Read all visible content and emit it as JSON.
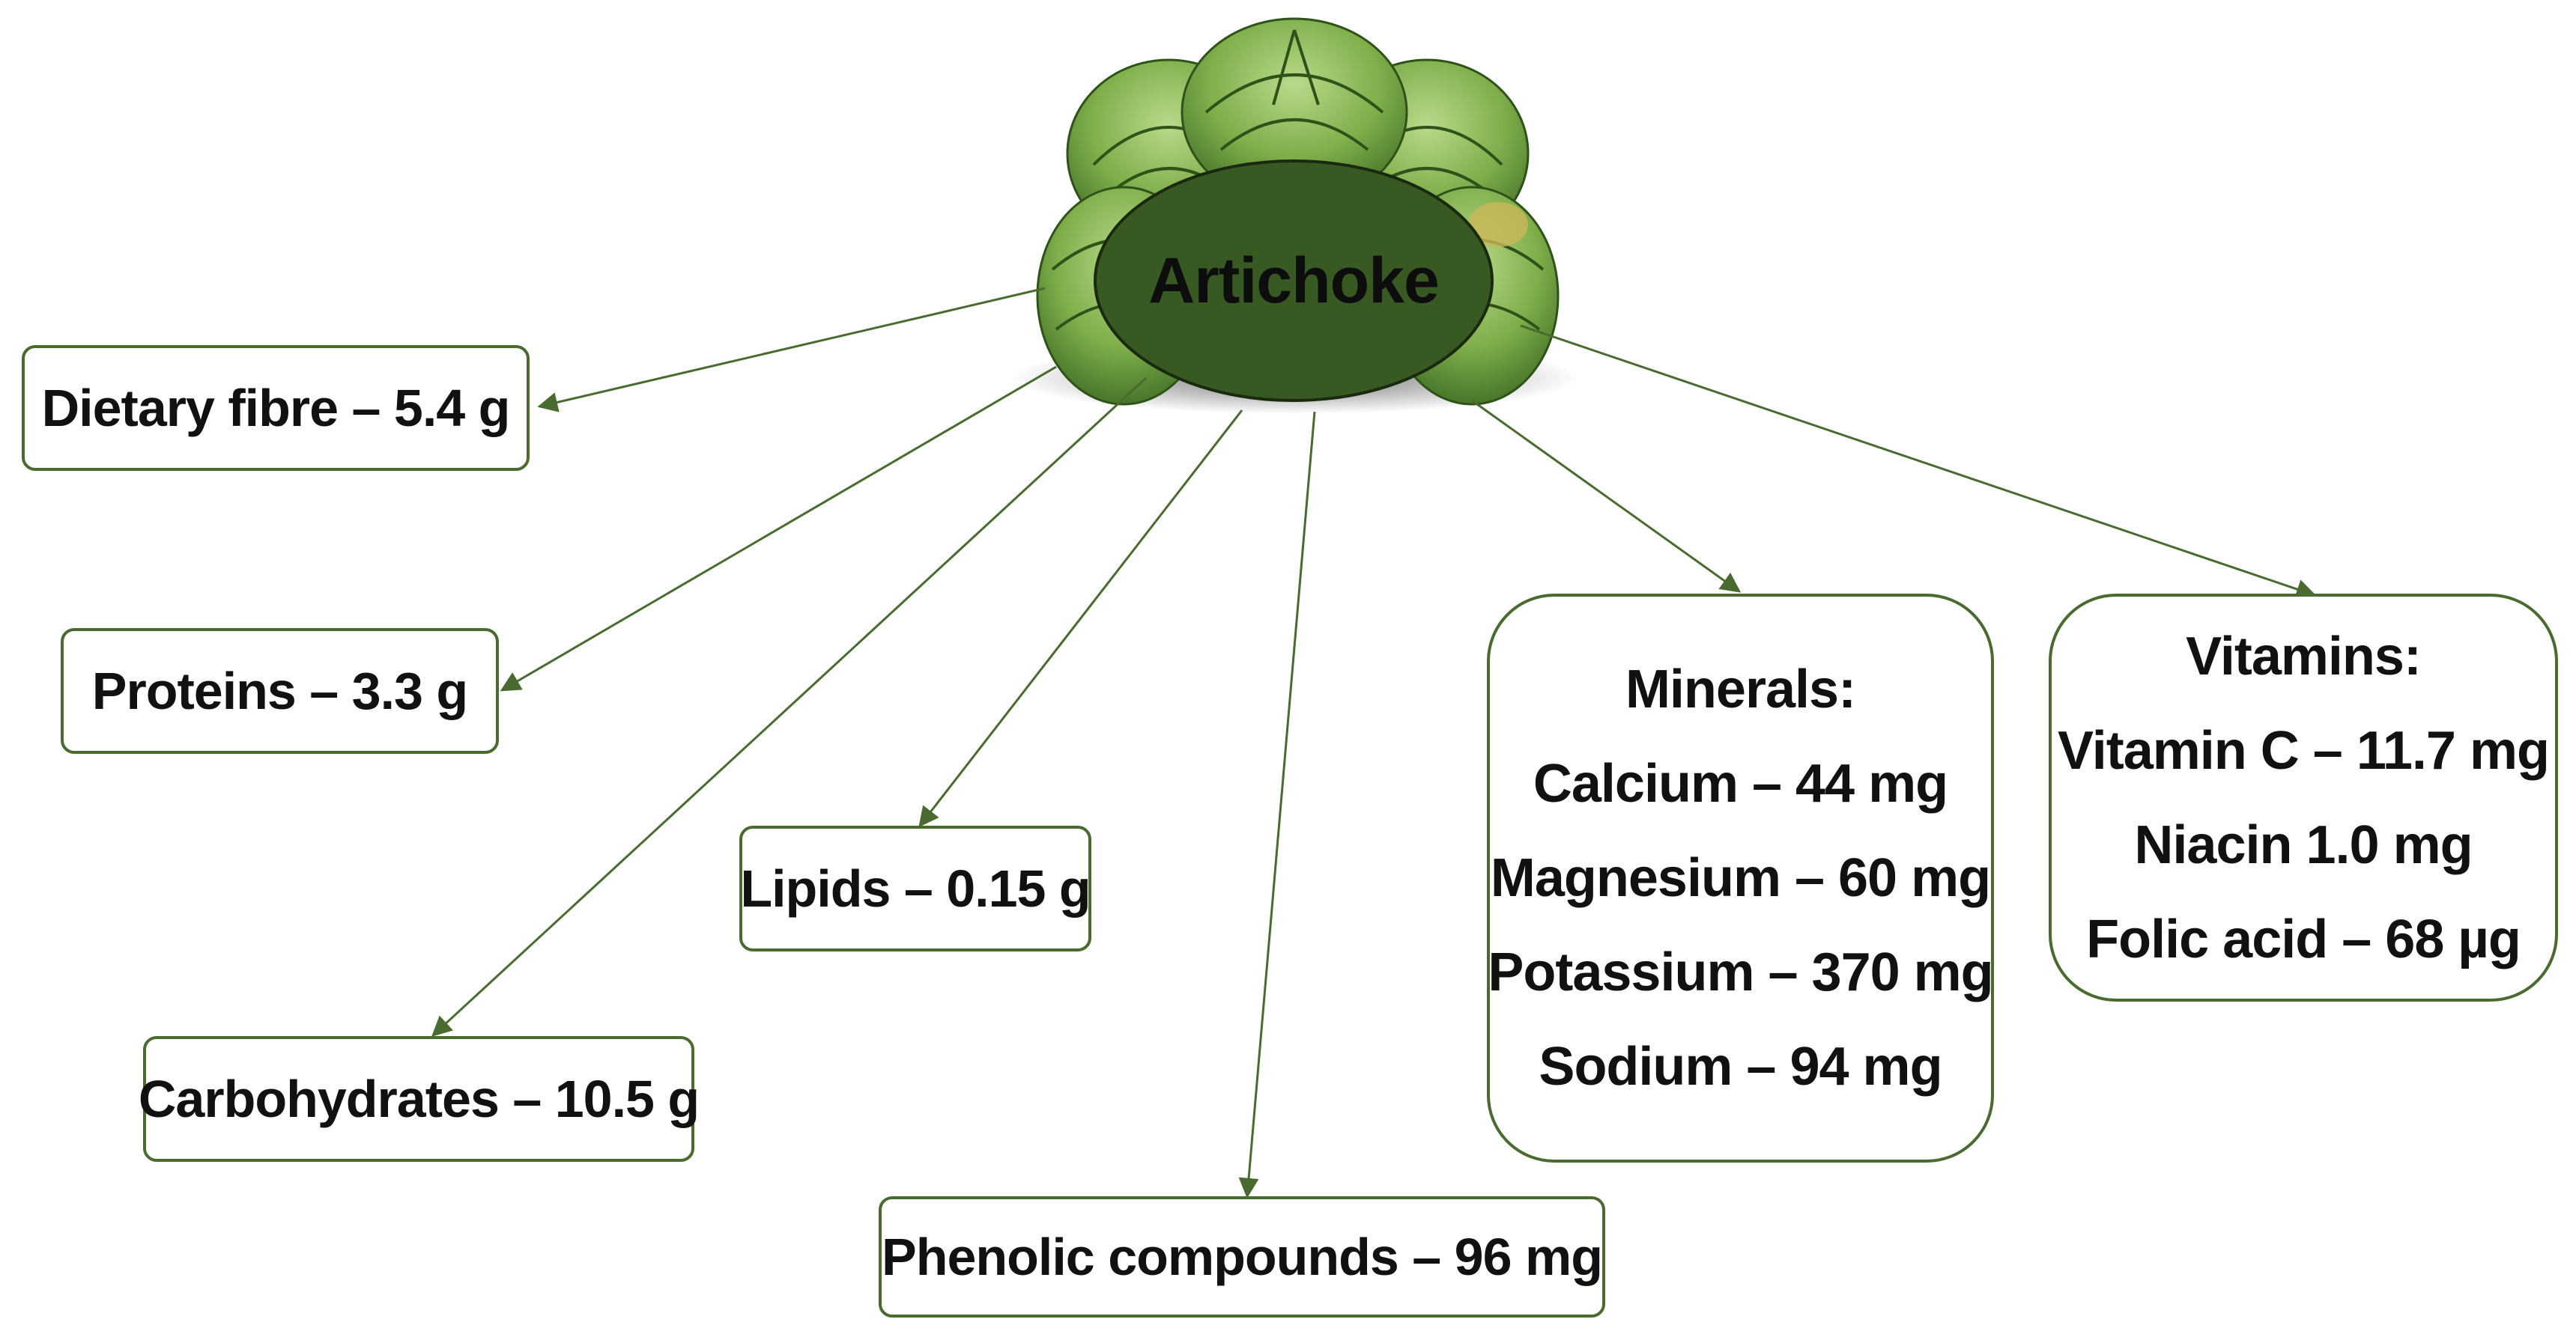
{
  "center": {
    "label": "Artichoke",
    "colors": {
      "ellipse_fill": "#385a22",
      "leaf_light": "#a8cc6c",
      "leaf_dark": "#4d7a2e",
      "line": "#4a6b30"
    }
  },
  "nodes": {
    "dietary_fibre": "Dietary fibre – 5.4 g",
    "proteins": "Proteins – 3.3 g",
    "lipids": "Lipids – 0.15 g",
    "carbohydrates": "Carbohydrates – 10.5 g",
    "phenolic": "Phenolic compounds – 96 mg",
    "minerals": {
      "heading": "Minerals:",
      "items": [
        "Calcium – 44 mg",
        "Magnesium – 60 mg",
        "Potassium – 370 mg",
        "Sodium – 94 mg"
      ]
    },
    "vitamins": {
      "heading": "Vitamins:",
      "items": [
        "Vitamin C – 11.7 mg",
        "Niacin 1.0 mg",
        "Folic acid – 68 µg"
      ]
    }
  }
}
